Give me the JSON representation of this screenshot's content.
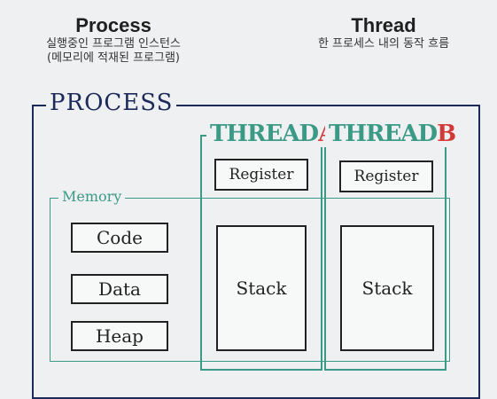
{
  "headers": {
    "process": {
      "title": "Process",
      "sub1": "실행중인 프로그램 인스턴스",
      "sub2": "(메모리에 적재된 프로그램)"
    },
    "thread": {
      "title": "Thread",
      "sub1": "한 프로세스 내의 동작 흐름"
    }
  },
  "diagram": {
    "process_label": "PROCESS",
    "memory_label": "Memory",
    "memory_segments": [
      "Code",
      "Data",
      "Heap"
    ],
    "threads": [
      {
        "label": "THREAD",
        "letter": "A",
        "register": "Register",
        "stack": "Stack"
      },
      {
        "label": "THREAD",
        "letter": "B",
        "register": "Register",
        "stack": "Stack"
      }
    ]
  },
  "colors": {
    "process": "#1c2a5a",
    "thread": "#3b9a86",
    "thread_letter": "#d23a3a"
  }
}
